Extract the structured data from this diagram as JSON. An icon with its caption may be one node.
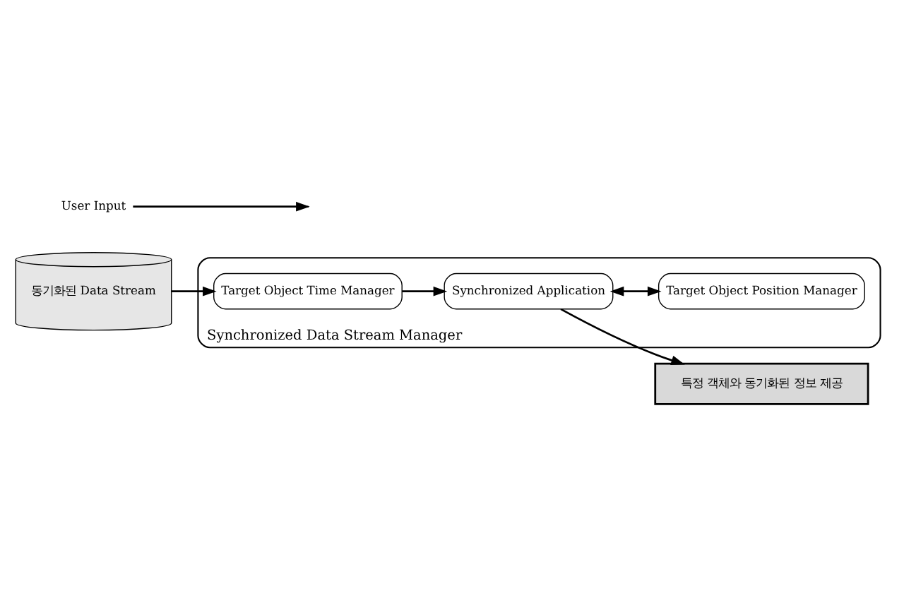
{
  "diagram": {
    "nodes": [
      {
        "text": [
          "특정 객체와 동기화된 정보 제공"
        ]
      },
      {
        "text": [
          "동기화된 Data Stream"
        ]
      },
      {
        "text": [
          "Synchronized Data Stream Manager"
        ]
      },
      {
        "text": [
          "Target Object Time Manager"
        ],
        "in": 2
      },
      {
        "text": [
          "Synchronized Application"
        ],
        "in": 2
      },
      {
        "text": [
          "Target Object Position Manager"
        ],
        "in": 2
      },
      {
        "text": [
          "User Input"
        ]
      }
    ],
    "edges": [
      {
        "from": 1,
        "to": 3,
        "arrow": "to"
      },
      {
        "from": 3,
        "to": 4,
        "arrow": "to"
      },
      {
        "from": 4,
        "to": 5,
        "arrow": "both"
      },
      {
        "from": 4,
        "to": 0,
        "arrow": "to"
      },
      {
        "from": 6,
        "to": null,
        "arrow": "to"
      }
    ]
  }
}
